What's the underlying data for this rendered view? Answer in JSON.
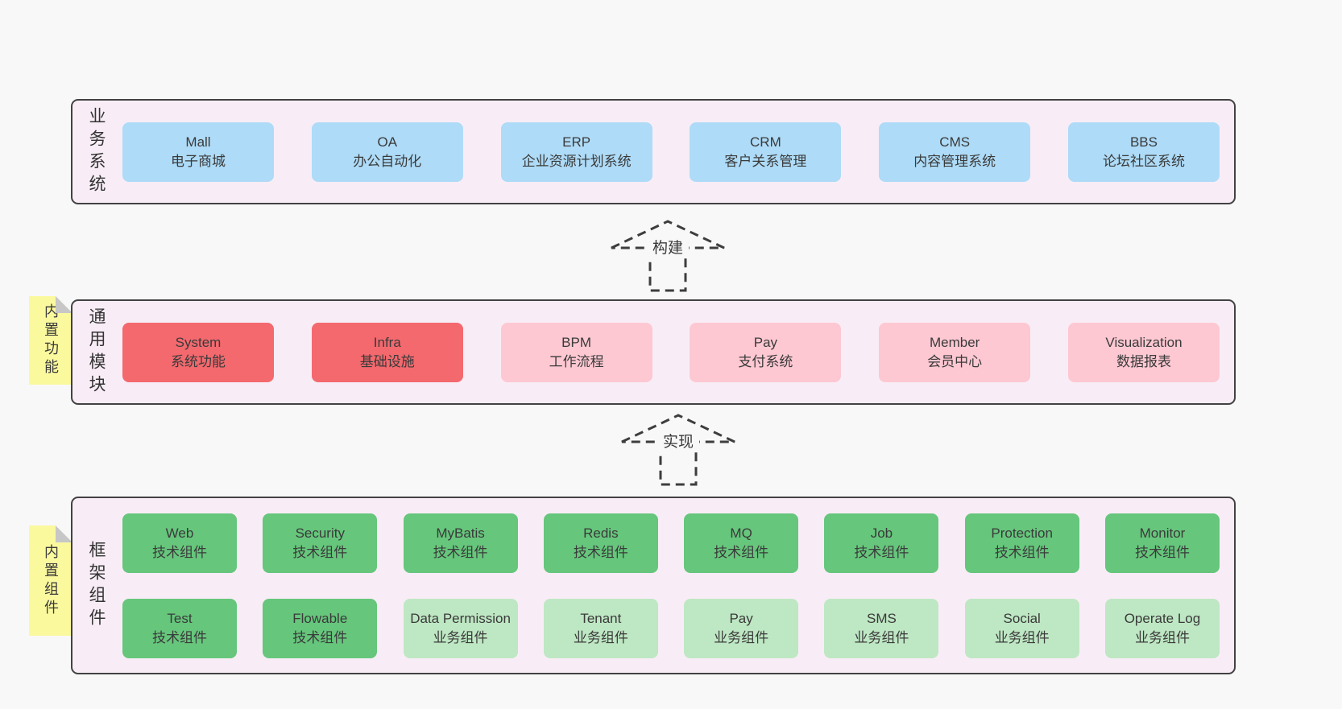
{
  "colors": {
    "page_bg": "#f8f8f8",
    "layer_bg": "#f8edf6",
    "layer_border": "#424242",
    "blue": "#aedbf7",
    "red": "#f3696e",
    "pink": "#fdc8d2",
    "green_dark": "#66c67c",
    "green_light": "#bee7c3",
    "sticky_yellow": "#fbf99e",
    "sticky_fold_grey": "#c7c7c7"
  },
  "arrows": [
    {
      "label": "构建"
    },
    {
      "label": "实现"
    }
  ],
  "layers": [
    {
      "id": "business-systems",
      "label": "业务系统",
      "rows": [
        [
          {
            "en": "Mall",
            "zh": "电子商城",
            "color": "blue"
          },
          {
            "en": "OA",
            "zh": "办公自动化",
            "color": "blue"
          },
          {
            "en": "ERP",
            "zh": "企业资源计划系统",
            "color": "blue"
          },
          {
            "en": "CRM",
            "zh": "客户关系管理",
            "color": "blue"
          },
          {
            "en": "CMS",
            "zh": "内容管理系统",
            "color": "blue"
          },
          {
            "en": "BBS",
            "zh": "论坛社区系统",
            "color": "blue"
          }
        ]
      ]
    },
    {
      "id": "common-modules",
      "label": "通用模块",
      "sticky": "内置功能",
      "rows": [
        [
          {
            "en": "System",
            "zh": "系统功能",
            "color": "red"
          },
          {
            "en": "Infra",
            "zh": "基础设施",
            "color": "red"
          },
          {
            "en": "BPM",
            "zh": "工作流程",
            "color": "pink"
          },
          {
            "en": "Pay",
            "zh": "支付系统",
            "color": "pink"
          },
          {
            "en": "Member",
            "zh": "会员中心",
            "color": "pink"
          },
          {
            "en": "Visualization",
            "zh": "数据报表",
            "color": "pink"
          }
        ]
      ]
    },
    {
      "id": "framework-components",
      "label": "框架组件",
      "sticky": "内置组件",
      "rows": [
        [
          {
            "en": "Web",
            "zh": "技术组件",
            "color": "green_dark"
          },
          {
            "en": "Security",
            "zh": "技术组件",
            "color": "green_dark"
          },
          {
            "en": "MyBatis",
            "zh": "技术组件",
            "color": "green_dark"
          },
          {
            "en": "Redis",
            "zh": "技术组件",
            "color": "green_dark"
          },
          {
            "en": "MQ",
            "zh": "技术组件",
            "color": "green_dark"
          },
          {
            "en": "Job",
            "zh": "技术组件",
            "color": "green_dark"
          },
          {
            "en": "Protection",
            "zh": "技术组件",
            "color": "green_dark"
          },
          {
            "en": "Monitor",
            "zh": "技术组件",
            "color": "green_dark"
          }
        ],
        [
          {
            "en": "Test",
            "zh": "技术组件",
            "color": "green_dark"
          },
          {
            "en": "Flowable",
            "zh": "技术组件",
            "color": "green_dark"
          },
          {
            "en": "Data Permission",
            "zh": "业务组件",
            "color": "green_light"
          },
          {
            "en": "Tenant",
            "zh": "业务组件",
            "color": "green_light"
          },
          {
            "en": "Pay",
            "zh": "业务组件",
            "color": "green_light"
          },
          {
            "en": "SMS",
            "zh": "业务组件",
            "color": "green_light"
          },
          {
            "en": "Social",
            "zh": "业务组件",
            "color": "green_light"
          },
          {
            "en": "Operate Log",
            "zh": "业务组件",
            "color": "green_light"
          }
        ]
      ]
    }
  ]
}
